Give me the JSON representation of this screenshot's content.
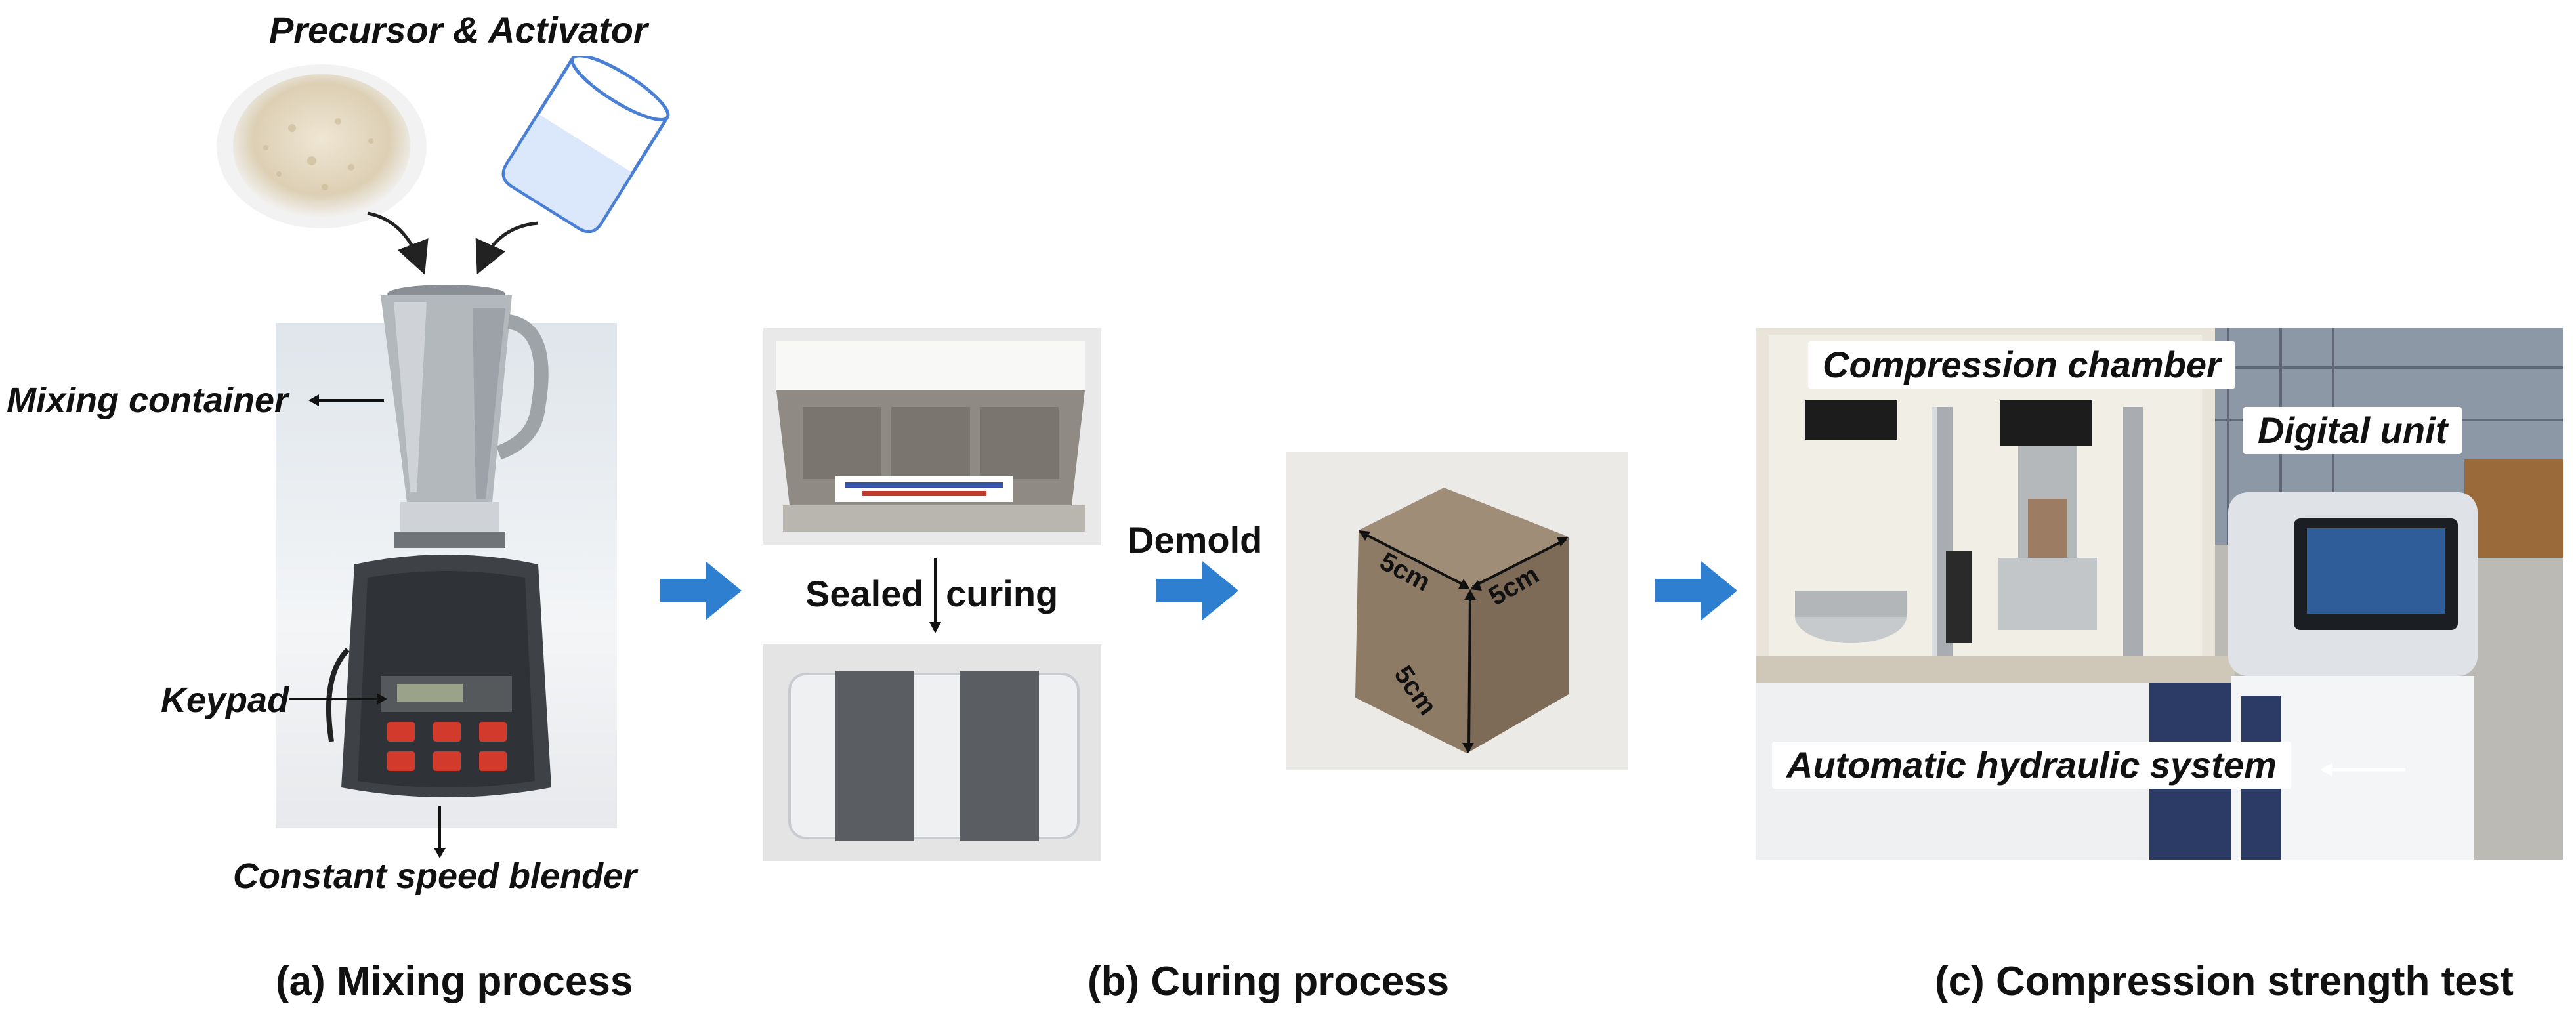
{
  "mixing": {
    "precursor_label": "Precursor & Activator",
    "container_label": "Mixing container",
    "keypad_label": "Keypad",
    "blender_label": "Constant speed blender",
    "caption": "(a) Mixing process"
  },
  "curing": {
    "sealed_label": "Sealed curing",
    "demold_label": "Demold",
    "cube_dims": [
      "5cm",
      "5cm",
      "5cm"
    ],
    "caption": "(b) Curing process"
  },
  "compression": {
    "chamber_label": "Compression chamber",
    "digital_label": "Digital unit",
    "hydraulic_label": "Automatic hydraulic system",
    "caption": "(c) Compression strength test"
  },
  "colors": {
    "flow_arrow": "#2f7fd0",
    "beaker_stroke": "#4a7fd6",
    "beaker_fill": "#d7e4fb",
    "powder": "#e7dcc6",
    "cube": "#8e7b66"
  }
}
